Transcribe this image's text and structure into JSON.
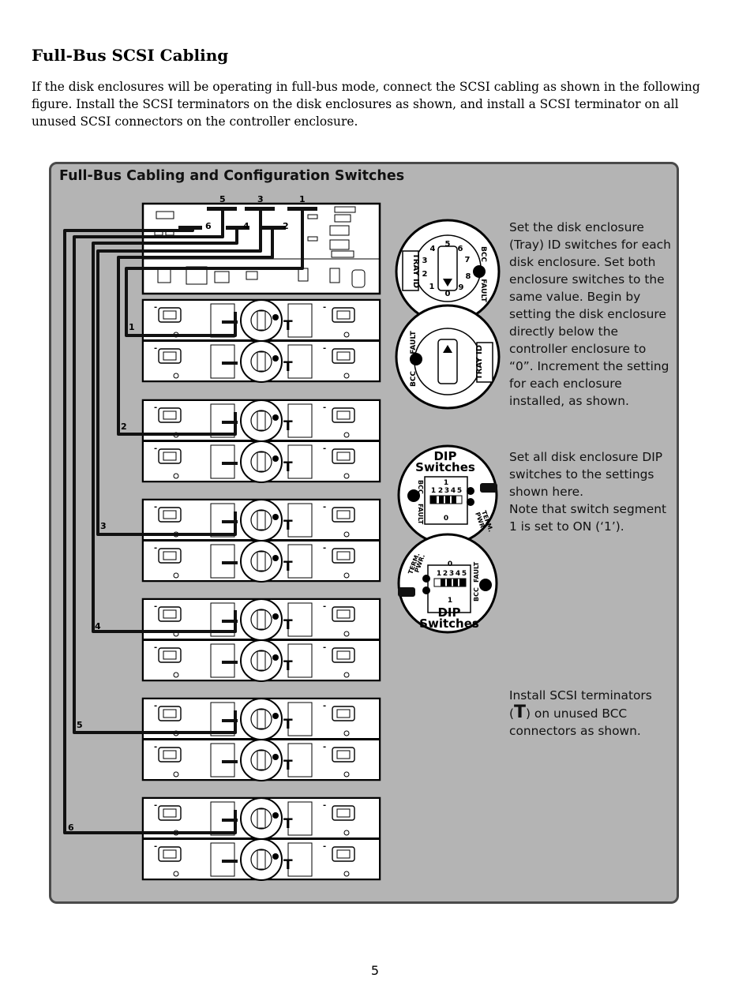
{
  "heading": "Full-Bus SCSI Cabling",
  "intro": "If the disk enclosures will be operating in full-bus mode, connect the SCSI cabling as shown in the following figure. Install the SCSI terminators on the disk enclosures as shown, and install a SCSI terminator on all unused SCSI connectors on the controller enclosure.",
  "figure": {
    "title": "Full-Bus Cabling and Configuration Switches",
    "controller_port_labels": [
      "5",
      "3",
      "1",
      "6",
      "4",
      "2"
    ],
    "enclosure_cable_labels": [
      "1",
      "2",
      "3",
      "4",
      "5",
      "6"
    ],
    "terminator_symbol": "T",
    "tray_switch": {
      "label_tray_id": "TRAY ID",
      "label_bcc": "BCC",
      "label_fault": "FAULT",
      "dial_digits": [
        "0",
        "1",
        "2",
        "3",
        "4",
        "5",
        "6",
        "7",
        "8",
        "9"
      ]
    },
    "dip_switch": {
      "title_line1": "DIP",
      "title_line2": "Switches",
      "label_term_pwr_1": "TERM.",
      "label_term_pwr_2": "PWR.",
      "label_on": "1",
      "label_off": "0",
      "segment_numbers": [
        "1",
        "2",
        "3",
        "4",
        "5"
      ],
      "label_bcc": "BCC",
      "label_fault": "FAULT"
    },
    "instructions": {
      "tray_id": "Set the disk enclosure (Tray) ID switches for each disk enclosure. Set both enclosure switches to the same value. Begin by setting the disk enclosure directly below the controller enclosure to “0”. Increment the setting for each enclosure installed, as shown.",
      "dip_line1": "Set all disk enclosure DIP switches to the settings shown here.",
      "dip_line2": "Note that switch segment 1 is set to ON (‘1’).",
      "terminator_pre": "Install SCSI terminators (",
      "terminator_symbol": "T",
      "terminator_post": ") on unused BCC connectors as shown."
    }
  },
  "page_number": "5",
  "colors": {
    "panel": "#b4b4b4",
    "panel_border": "#4a4a4a",
    "cable": "#111111"
  }
}
